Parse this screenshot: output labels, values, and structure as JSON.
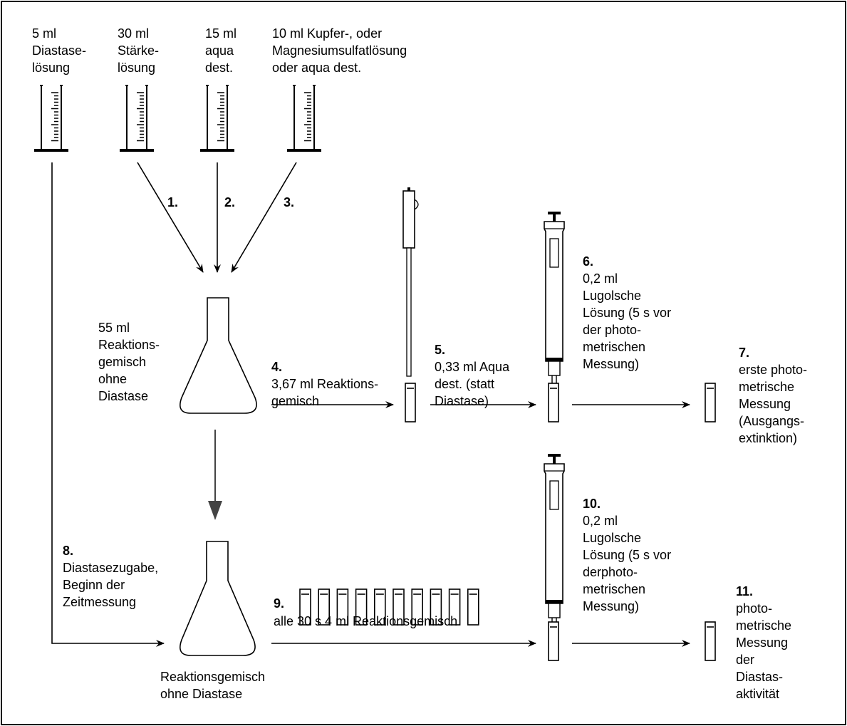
{
  "cylinders": [
    {
      "label": [
        "5 ml",
        "Diastase-",
        "lösung"
      ]
    },
    {
      "label": [
        "30 ml",
        "Stärke-",
        "lösung"
      ]
    },
    {
      "label": [
        "15 ml",
        "aqua",
        "dest."
      ]
    },
    {
      "label": [
        "10 ml Kupfer-, oder",
        "Magnesiumsulfatlösung",
        "oder aqua dest."
      ]
    }
  ],
  "steps": {
    "s1": "1.",
    "s2": "2.",
    "s3": "3.",
    "s4": {
      "num": "4.",
      "text": [
        "3,67 ml Reaktions-",
        "gemisch"
      ]
    },
    "s5": {
      "num": "5.",
      "text": [
        "0,33 ml Aqua",
        "dest. (statt",
        "Diastase)"
      ]
    },
    "s6": {
      "num": "6.",
      "text": [
        "0,2 ml",
        "Lugolsche",
        "Lösung (5 s vor",
        "der photo-",
        "metrischen",
        "Messung)"
      ]
    },
    "s7": {
      "num": "7.",
      "text": [
        "erste photo-",
        "metrische",
        "Messung",
        "(Ausgangs-",
        "extinktion)"
      ]
    },
    "s8": {
      "num": "8.",
      "text": [
        "Diastasezugabe,",
        "Beginn der",
        "Zeitmessung"
      ]
    },
    "s9": {
      "num": "9.",
      "text": [
        "alle 30 s 4 ml Reaktionsgemisch"
      ]
    },
    "s10": {
      "num": "10.",
      "text": [
        "0,2 ml",
        "Lugolsche",
        "Lösung (5 s vor",
        "derphoto-",
        "metrischen",
        "Messung)"
      ]
    },
    "s11": {
      "num": "11.",
      "text": [
        "photo-",
        "metrische",
        "Messung",
        "der",
        "Diastas-",
        "aktivität"
      ]
    }
  },
  "flask1": {
    "label": [
      "55 ml",
      "Reaktions-",
      "gemisch",
      "ohne",
      "Diastase"
    ]
  },
  "flask2": {
    "label": [
      "Reaktionsgemisch",
      "ohne Diastase"
    ]
  }
}
